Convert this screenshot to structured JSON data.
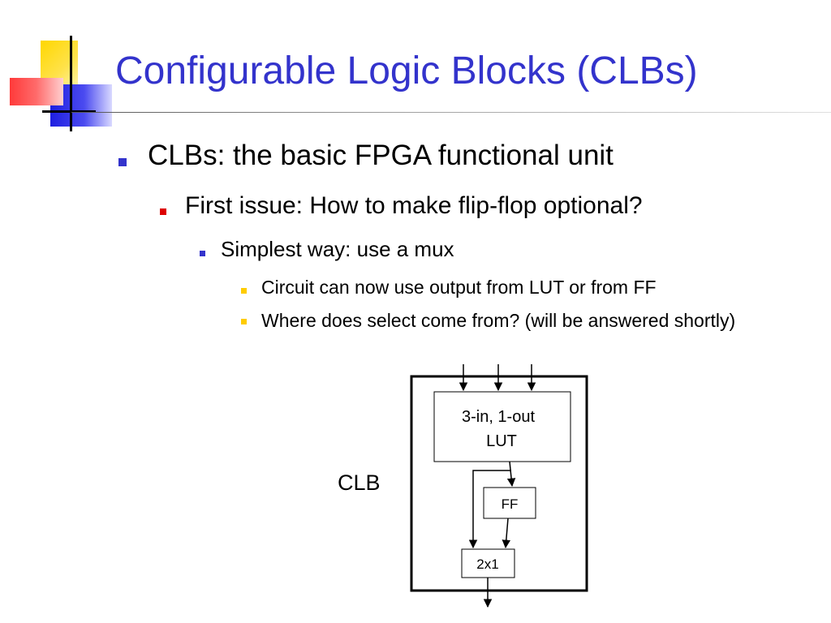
{
  "slide": {
    "title": "Configurable Logic Blocks (CLBs)",
    "bullets": [
      {
        "level": 1,
        "text": "CLBs: the basic FPGA functional unit"
      },
      {
        "level": 2,
        "text": "First issue: How to make flip-flop optional?"
      },
      {
        "level": 3,
        "text": "Simplest way: use a mux"
      },
      {
        "level": 4,
        "text": "Circuit can now use output from LUT or from FF"
      },
      {
        "level": 4,
        "text": "Where does select come from? (will be answered shortly)"
      }
    ],
    "bullet_colors": {
      "level1": "#3333cc",
      "level2": "#dd0000",
      "level3": "#3333cc",
      "level4": "#ffcc00"
    },
    "title_color": "#3333cc"
  },
  "diagram": {
    "clb_label": "CLB",
    "lut_line1": "3-in, 1-out",
    "lut_line2": "LUT",
    "ff_label": "FF",
    "mux_label": "2x1"
  }
}
